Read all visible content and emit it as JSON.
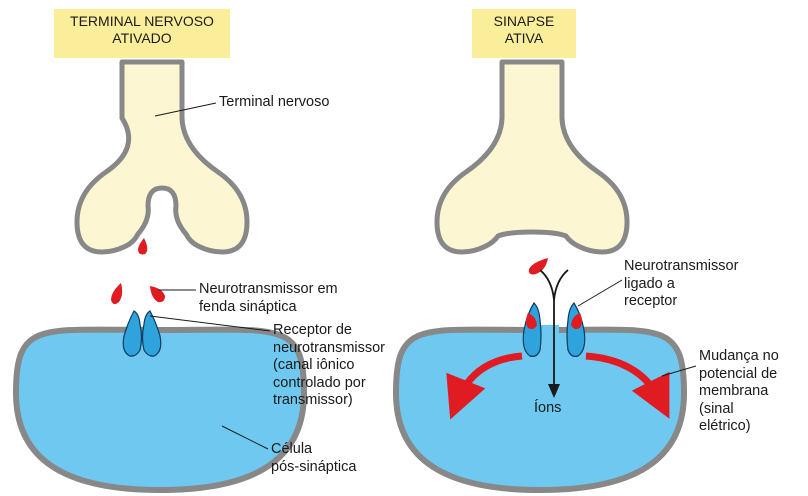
{
  "left_panel": {
    "title": [
      "TERMINAL NERVOSO",
      "ATIVADO"
    ],
    "labels": {
      "terminal": "Terminal nervoso",
      "neurotransmitter": [
        "Neurotransmissor em",
        "fenda sináptica"
      ],
      "receptor": [
        "Receptor de",
        "neurotransmissor",
        "(canal iônico",
        "controlado por",
        "transmissor)"
      ],
      "postsynaptic": [
        "Célula",
        "pós-sináptica"
      ]
    }
  },
  "right_panel": {
    "title": [
      "SINAPSE",
      "ATIVA"
    ],
    "labels": {
      "bound": [
        "Neurotransmissor",
        "ligado a",
        "receptor"
      ],
      "ions": "Íons",
      "potential_change": [
        "Mudança no",
        "potencial de",
        "membrana",
        "(sinal",
        "elétrico)"
      ]
    }
  },
  "colors": {
    "terminal_fill": "#fcf6d3",
    "membrane": "#888888",
    "cell_fill": "#6ec8ef",
    "receptor": "#2fa3dc",
    "neurotransmitter": "#e01b22",
    "title_background": "#fbee9a"
  }
}
